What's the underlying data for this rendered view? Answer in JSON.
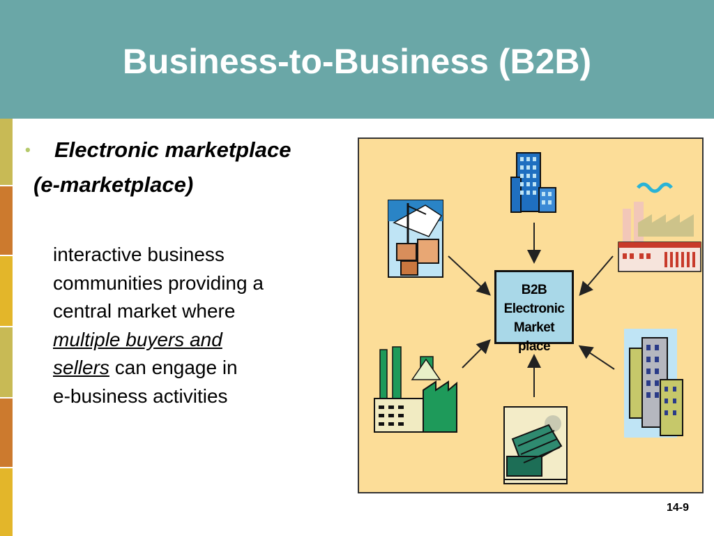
{
  "slide": {
    "title": "Business-to-Business (B2B)",
    "bullet": {
      "heading": "Electronic marketplace",
      "heading_cont": "(e-marketplace)"
    },
    "description": {
      "line1": "interactive business",
      "line2": "communities providing a",
      "line3": "central market where",
      "line4_underlined": "multiple buyers and",
      "line5_underlined": "sellers",
      "line5_rest": " can engage in",
      "line6": "e-business activities"
    },
    "diagram": {
      "center_line1": "B2B",
      "center_line2": "Electronic",
      "center_line3": "Market place"
    },
    "slide_number": "14-9"
  },
  "colors": {
    "header_bg": "#6aa7a7",
    "diagram_bg": "#fcdd98",
    "center_box_bg": "#a9d8e8",
    "bullet": "#b5c96a"
  }
}
